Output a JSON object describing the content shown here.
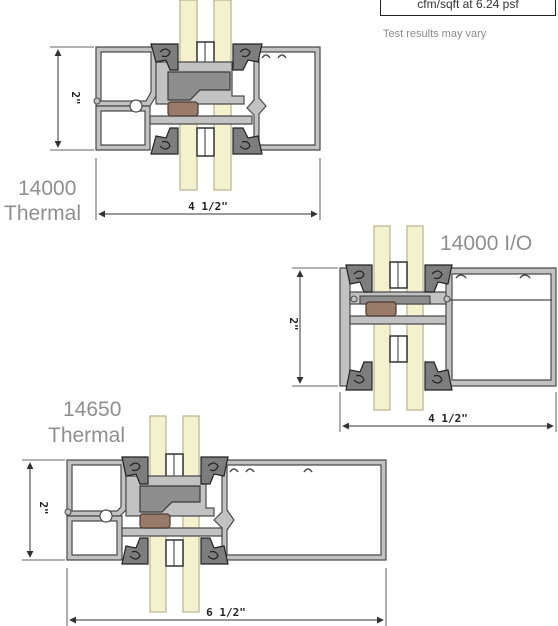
{
  "note": {
    "box_text": "cfm/sqft at 6.24 psf",
    "disclaimer": "Test results may vary"
  },
  "sections": [
    {
      "id": "s14000t",
      "title_line1": "14000",
      "title_line2": "Thermal",
      "width_label": "4 1/2\"",
      "height_label": "2\""
    },
    {
      "id": "s14000io",
      "title_line1": "14000 I/O",
      "width_label": "4 1/2\"",
      "height_label": "2\""
    },
    {
      "id": "s14650t",
      "title_line1": "14650",
      "title_line2": "Thermal",
      "width_label": "6 1/2\"",
      "height_label": "2\""
    }
  ],
  "colors": {
    "glass": "#f4f1cf",
    "glass_edge": "#b9b58e",
    "aluminum": "#c2c2c2",
    "aluminum_edge": "#4a4a4a",
    "gasket": "#7d7d7d",
    "thermal_break": "#9a7a68",
    "label": "#8f8f8f"
  }
}
